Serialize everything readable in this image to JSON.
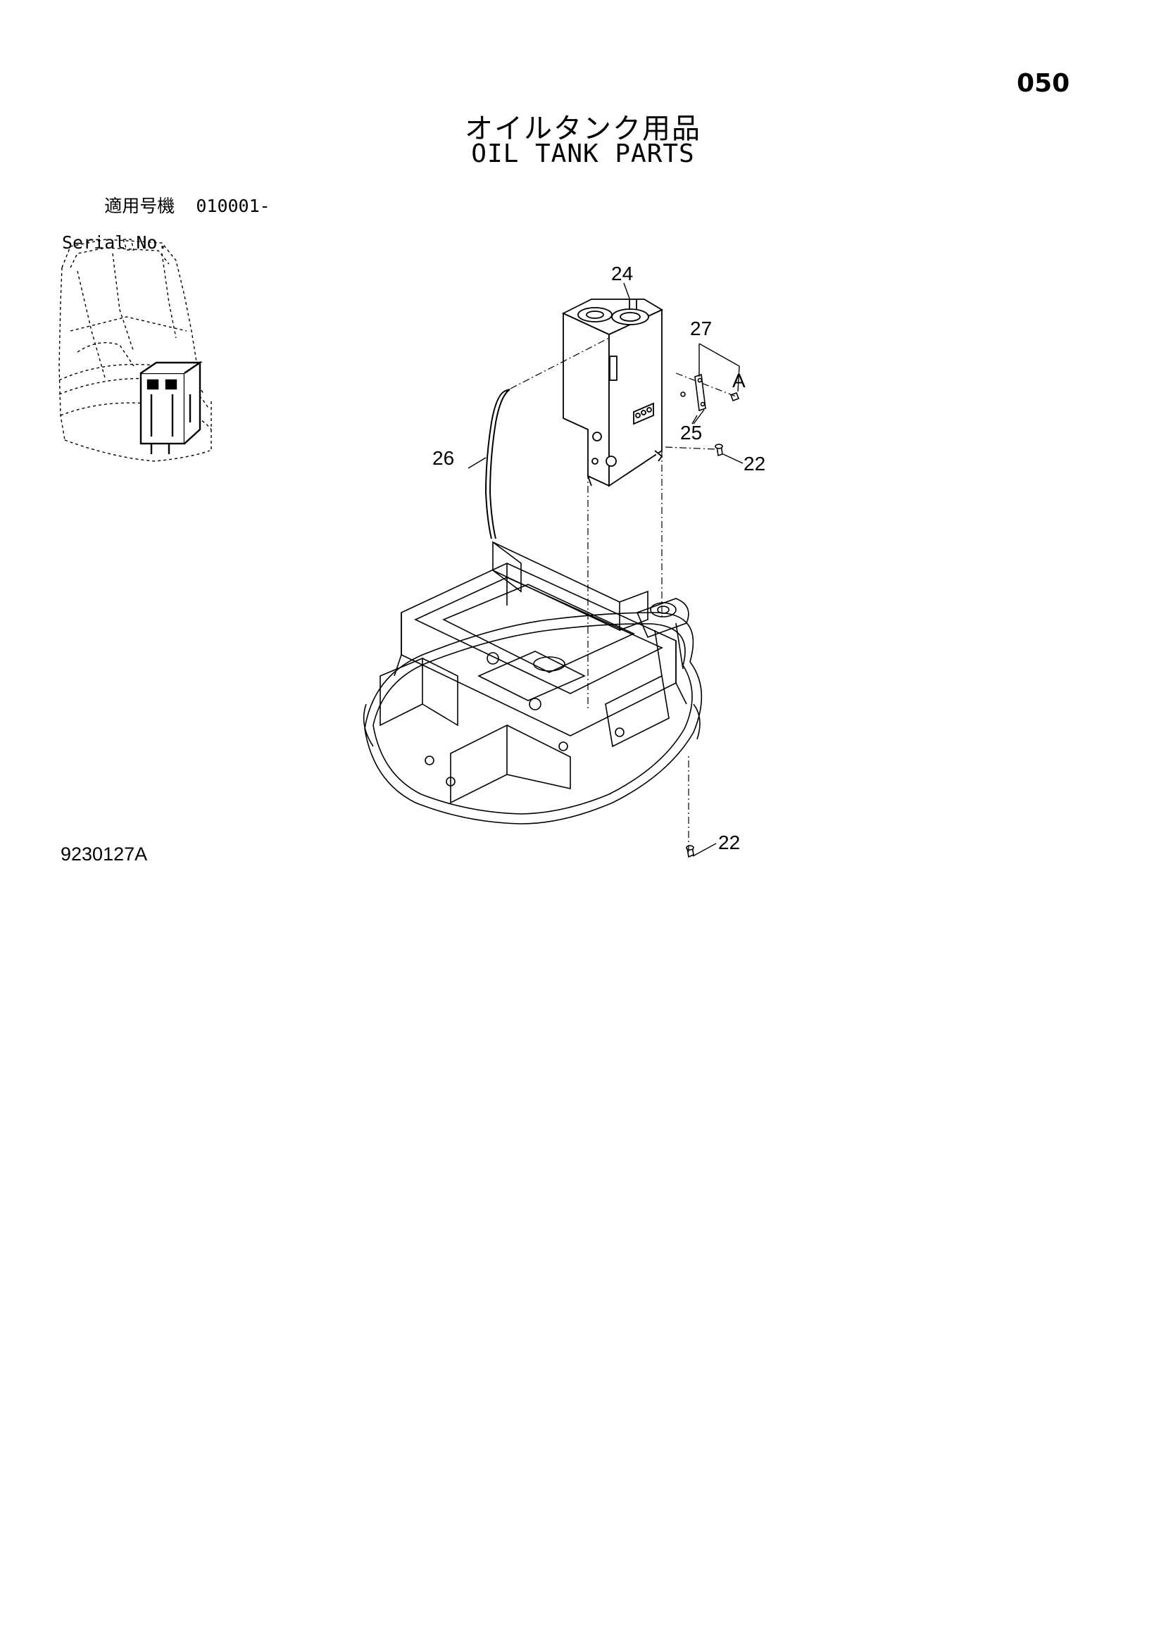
{
  "page_number": "050",
  "title_jp": "オイルタンク用品",
  "title_en": "OIL TANK PARTS",
  "serial": {
    "label_jp": "適用号機",
    "range": "010001-",
    "label_en": "Serial No."
  },
  "callouts": {
    "c24": "24",
    "c27": "27",
    "cA": "A",
    "c25": "25",
    "c26": "26",
    "c22_upper": "22",
    "c22_lower": "22"
  },
  "reference_code": "9230127A"
}
